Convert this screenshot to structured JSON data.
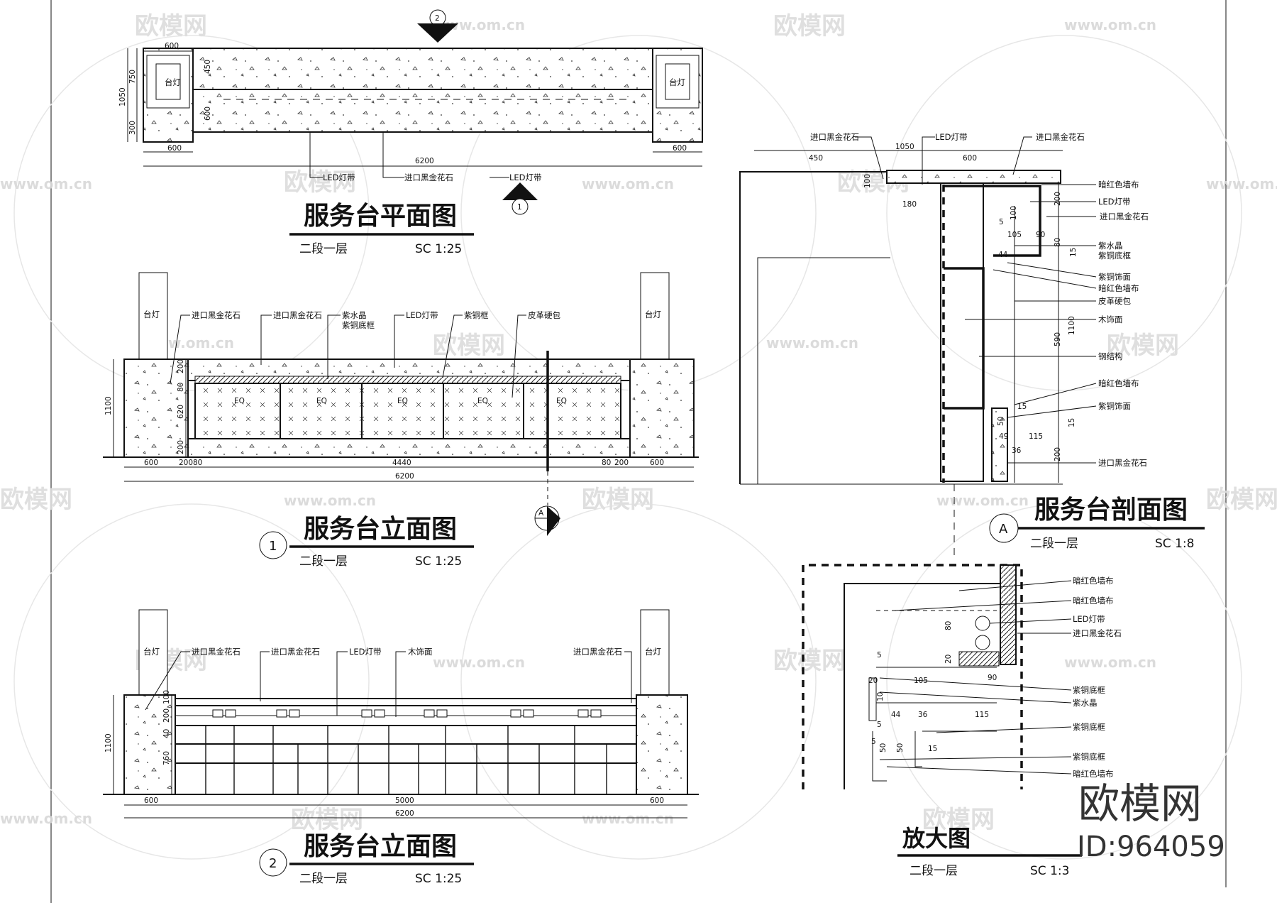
{
  "watermark": {
    "brand": "欧模网",
    "url": "www.om.cn",
    "id": "ID:964059"
  },
  "plan": {
    "title": "服务台平面图",
    "level": "二段一层",
    "scale": "SC   1:25",
    "lamp": "台灯",
    "callouts": [
      "LED灯带",
      "进口黑金花石",
      "LED灯带"
    ],
    "dims_top": [
      "600"
    ],
    "dims_left": [
      "1050",
      "750",
      "300"
    ],
    "dims_inner": [
      "450",
      "600"
    ],
    "dims_bottom": [
      "600",
      "6200",
      "600"
    ],
    "section_mark_top": "2",
    "section_mark_bottom": "1"
  },
  "elev1": {
    "title": "服务台立面图",
    "number": "1",
    "level": "二段一层",
    "scale": "SC   1:25",
    "lamp": "台灯",
    "callouts": [
      "进口黑金花石",
      "进口黑金花石",
      "紫水晶\n紫铜底框",
      "LED灯带",
      "紫铜框",
      "皮革硬包"
    ],
    "eq": "EQ",
    "dims_left": [
      "1100"
    ],
    "dims_inner": [
      "200",
      "80",
      "620",
      "200"
    ],
    "dims_bottom": [
      "600",
      "200",
      "80",
      "4440",
      "80",
      "200",
      "600"
    ],
    "dims_total": "6200",
    "section_mark": "A"
  },
  "elev2": {
    "title": "服务台立面图",
    "number": "2",
    "level": "二段一层",
    "scale": "SC   1:25",
    "lamp": "台灯",
    "callouts": [
      "进口黑金花石",
      "进口黑金花石",
      "LED灯带",
      "木饰面",
      "进口黑金花石"
    ],
    "dims_left": [
      "1100",
      "100",
      "200",
      "40",
      "760"
    ],
    "dims_bottom": [
      "600",
      "5000",
      "600"
    ],
    "dims_total": "6200"
  },
  "section": {
    "title": "服务台剖面图",
    "mark": "A",
    "level": "二段一层",
    "scale": "SC   1:8",
    "callouts_top": [
      "进口黑金花石",
      "LED灯带",
      "进口黑金花石"
    ],
    "callouts_right": [
      "暗红色墙布",
      "LED灯带",
      "进口黑金花石",
      "紫水晶",
      "紫铜底框",
      "紫铜饰面",
      "暗红色墙布",
      "皮革硬包",
      "木饰面",
      "钢结构",
      "暗红色墙布",
      "紫铜饰面",
      "进口黑金花石"
    ],
    "dims_top": [
      "450",
      "1050",
      "600"
    ],
    "dims_misc": [
      "100",
      "180",
      "200",
      "100",
      "5",
      "105",
      "90",
      "80",
      "15",
      "44",
      "590",
      "1100",
      "15",
      "50",
      "49",
      "36",
      "115",
      "15",
      "200"
    ]
  },
  "detail": {
    "title": "放大图",
    "level": "二段一层",
    "scale": "SC   1:3",
    "callouts": [
      "暗红色墙布",
      "暗红色墙布",
      "LED灯带",
      "进口黑金花石",
      "紫铜底框",
      "紫水晶",
      "紫铜底框",
      "紫铜底框",
      "暗红色墙布"
    ],
    "dims": [
      "80",
      "20",
      "90",
      "5",
      "20",
      "105",
      "10",
      "44",
      "36",
      "115",
      "5",
      "50",
      "50",
      "15",
      "5"
    ]
  }
}
